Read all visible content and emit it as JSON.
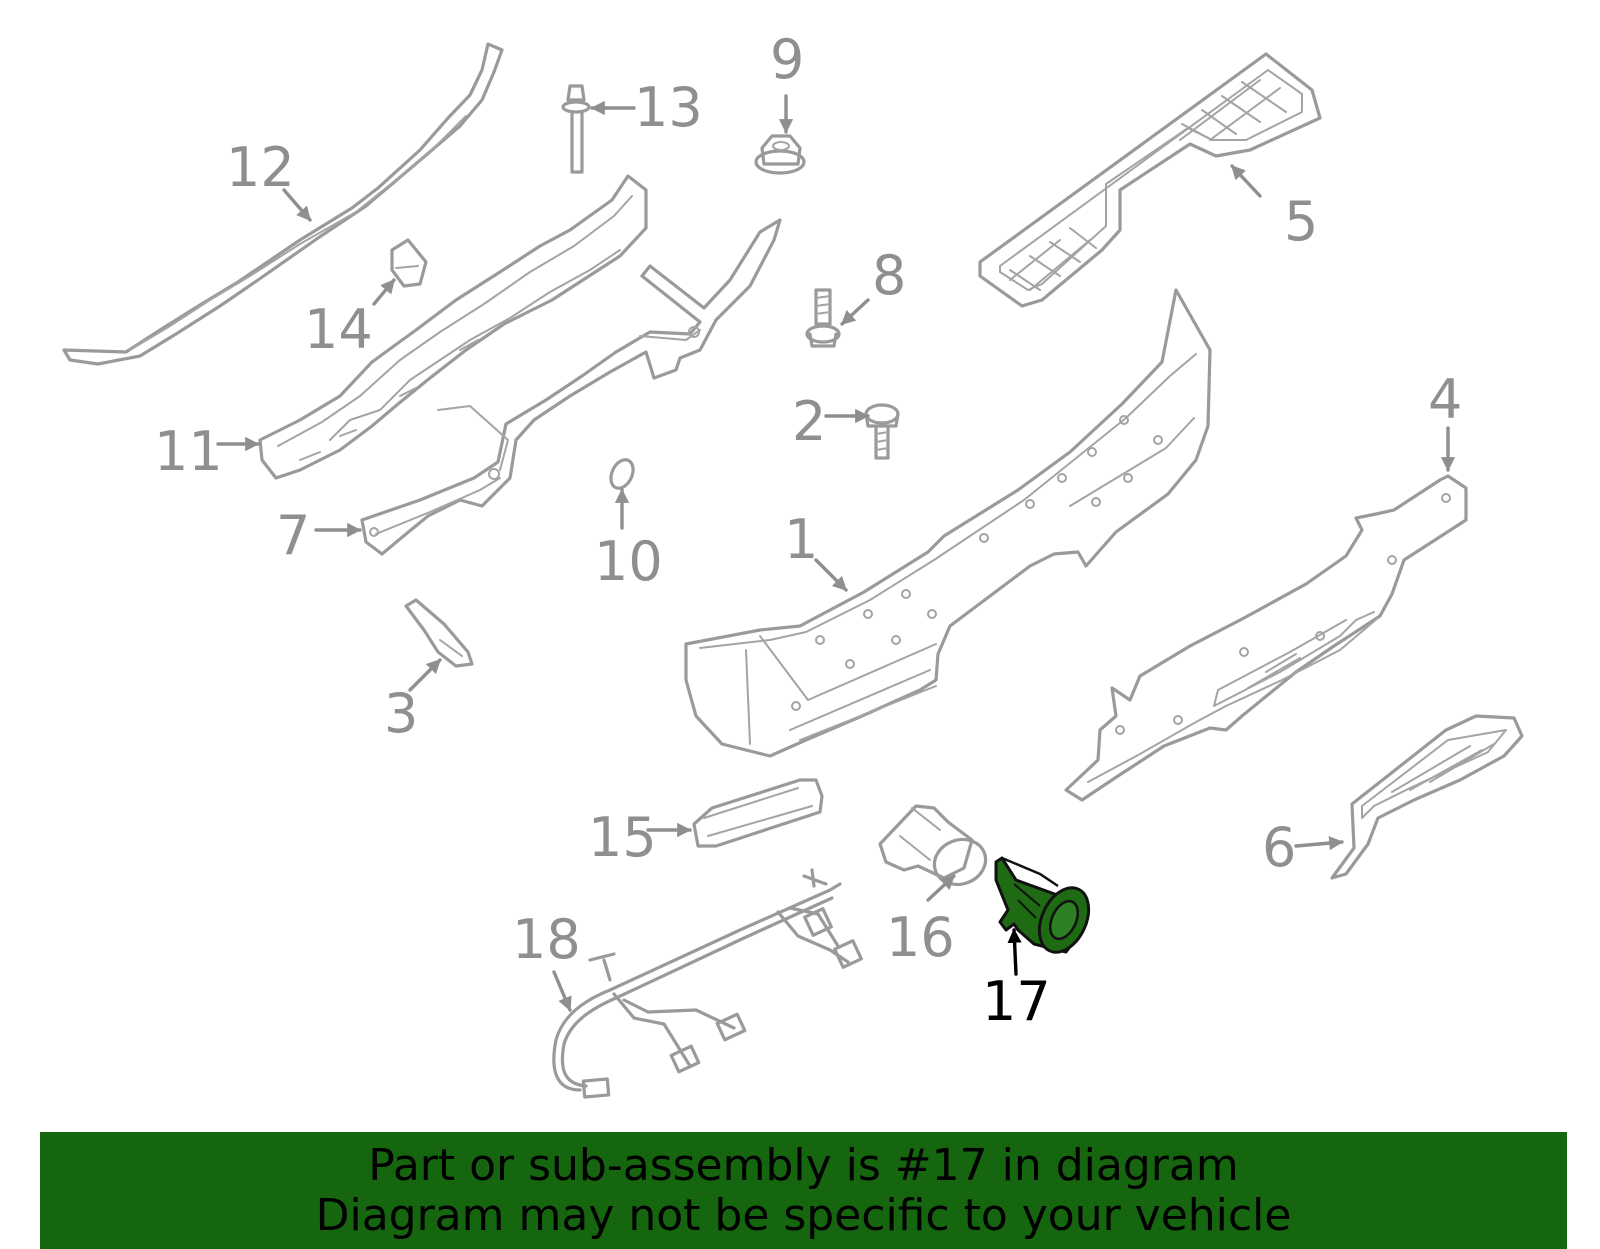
{
  "diagram": {
    "highlight_color": "#1e6b14",
    "callouts": [
      {
        "id": "c1",
        "label": "1"
      },
      {
        "id": "c2",
        "label": "2"
      },
      {
        "id": "c3",
        "label": "3"
      },
      {
        "id": "c4",
        "label": "4"
      },
      {
        "id": "c5",
        "label": "5"
      },
      {
        "id": "c6",
        "label": "6"
      },
      {
        "id": "c7",
        "label": "7"
      },
      {
        "id": "c8",
        "label": "8"
      },
      {
        "id": "c9",
        "label": "9"
      },
      {
        "id": "c10",
        "label": "10"
      },
      {
        "id": "c11",
        "label": "11"
      },
      {
        "id": "c12",
        "label": "12"
      },
      {
        "id": "c13",
        "label": "13"
      },
      {
        "id": "c14",
        "label": "14"
      },
      {
        "id": "c15",
        "label": "15"
      },
      {
        "id": "c16",
        "label": "16"
      },
      {
        "id": "c17",
        "label": "17"
      },
      {
        "id": "c18",
        "label": "18"
      }
    ]
  },
  "banner": {
    "line1": "Part or sub-assembly is #17 in diagram",
    "line2": "Diagram may not be specific to your vehicle",
    "background": "#16650f"
  }
}
